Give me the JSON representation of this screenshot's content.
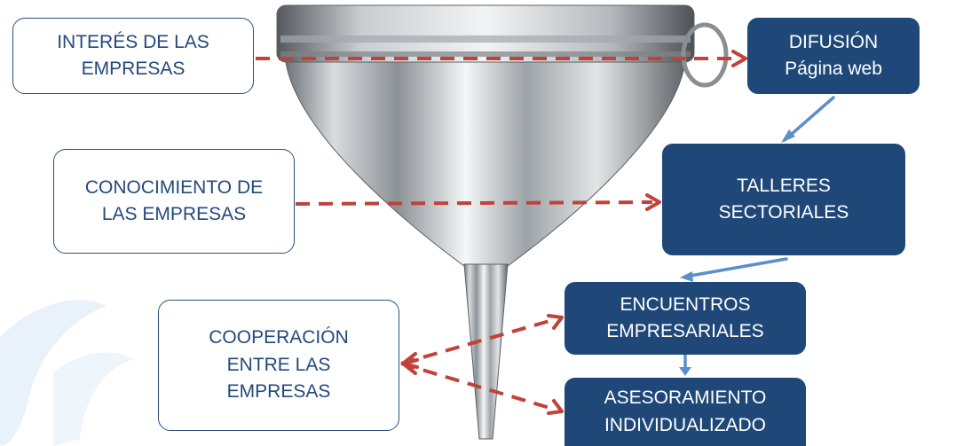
{
  "left_boxes": {
    "interes": {
      "line1": "INTERÉS DE LAS",
      "line2": "EMPRESAS"
    },
    "conocimiento": {
      "line1": "CONOCIMIENTO  DE",
      "line2": "LAS EMPRESAS"
    },
    "cooperacion": {
      "line1": "COOPERACIÓN",
      "line2": "ENTRE LAS",
      "line3": "EMPRESAS"
    }
  },
  "right_boxes": {
    "difusion": {
      "line1": "DIFUSIÓN",
      "line2": "Página web"
    },
    "talleres": {
      "line1": "TALLERES",
      "line2": "SECTORIALES"
    },
    "encuentros": {
      "line1": "ENCUENTROS",
      "line2": "EMPRESARIALES"
    },
    "asesoramiento": {
      "line1": "ASESORAMIENTO",
      "line2": "INDIVIDUALIZADO"
    }
  },
  "colors": {
    "right_box_fill": "#1f4878",
    "left_box_text": "#23497c",
    "dashed_arrow": "#c0423a",
    "solid_arrow": "#5b8fc9"
  }
}
